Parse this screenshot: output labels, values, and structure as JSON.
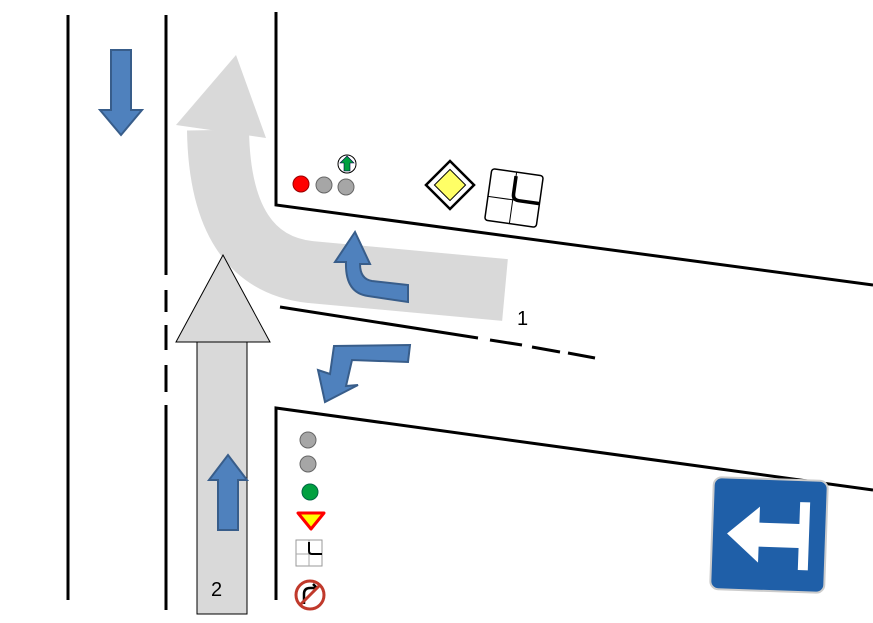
{
  "labels": {
    "approach_1": "1",
    "approach_2": "2"
  },
  "colors": {
    "road_line": "#000000",
    "route_arrow": "#d9d9d9",
    "lane_arrow": "#4f81bd",
    "lane_arrow_stroke": "#385d8a",
    "signal_red": "#ff0000",
    "signal_green": "#00a040",
    "signal_off": "#a6a6a6",
    "priority_yellow": "#ffff66",
    "one_way_sign": "#1f5fa8"
  },
  "icons": [
    "traffic-light-with-green-arrow",
    "priority-road-sign",
    "intersection-layout-sign",
    "traffic-light-green",
    "yield-sign",
    "no-right-turn-sign",
    "one-way-left-sign"
  ]
}
